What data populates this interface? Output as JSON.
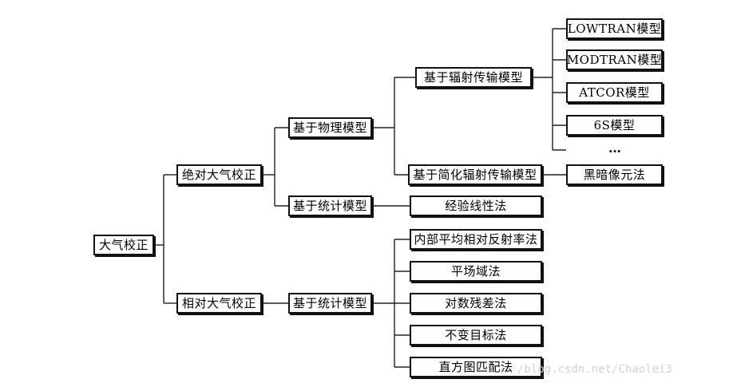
{
  "nodes": {
    "root": "大气校正",
    "absolute": "绝对大气校正",
    "relative": "相对大气校正",
    "abs_physical": "基于物理模型",
    "abs_statistical": "基于统计模型",
    "rel_statistical": "基于统计模型",
    "radiative_transfer": "基于辐射传输模型",
    "simplified_rt": "基于简化辐射传输模型",
    "lowtran": "LOWTRAN模型",
    "modtran": "MODTRAN模型",
    "atcor": "ATCOR模型",
    "six_s": "6S模型",
    "more": "…",
    "dark_object": "黑暗像元法",
    "empirical_line": "经验线性法",
    "iarr": "内部平均相对反射率法",
    "flat_field": "平场域法",
    "log_residual": "对数残差法",
    "invariant_target": "不变目标法",
    "histogram_matching": "直方图匹配法"
  },
  "watermark": "/blog.csdn.net/Chaolei3"
}
